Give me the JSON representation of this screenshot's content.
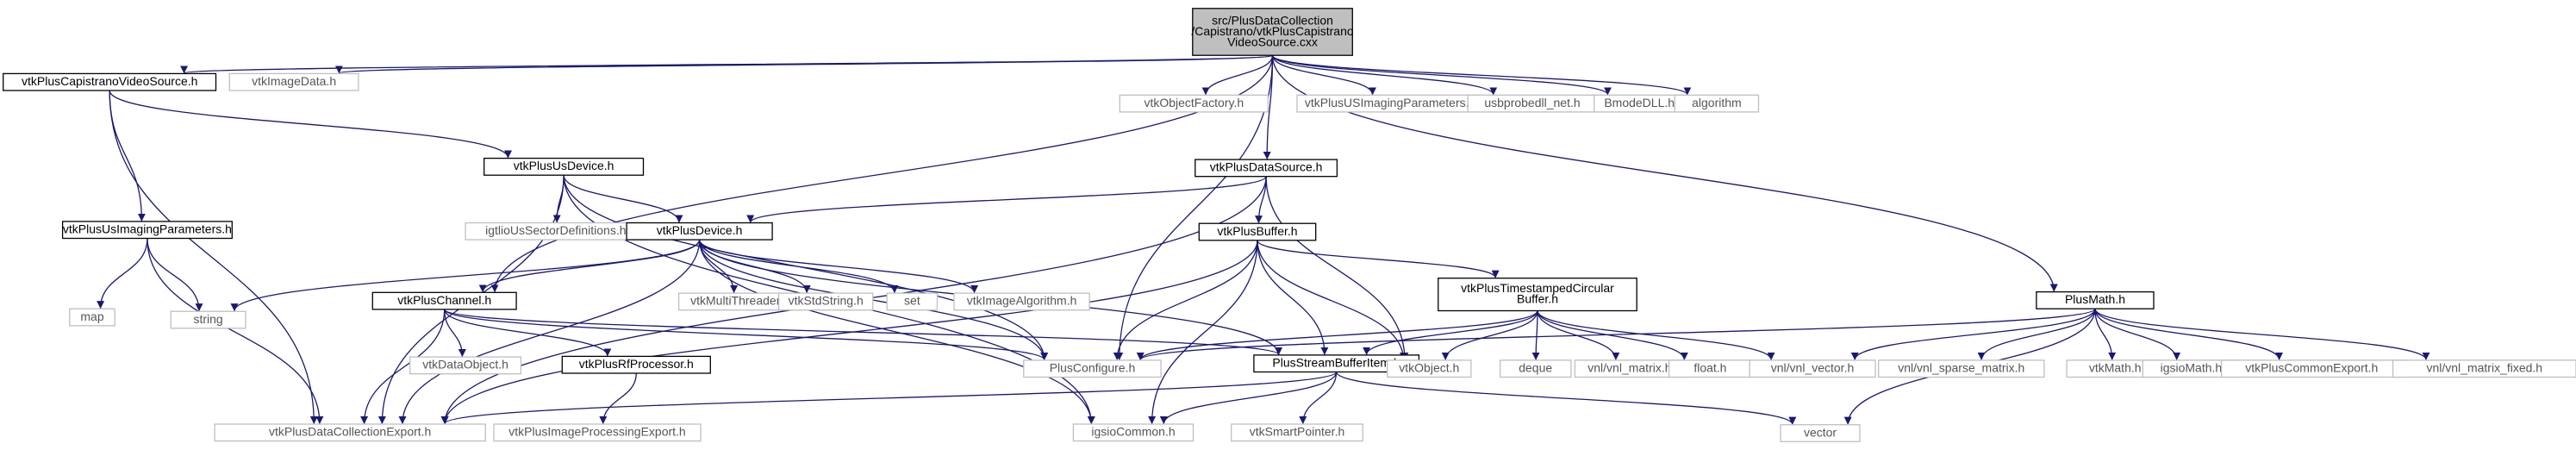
{
  "graph": {
    "nodes": [
      {
        "id": "root",
        "lines": [
          "src/PlusDataCollection",
          "/Capistrano/vtkPlusCapistrano",
          "VideoSource.cxx"
        ],
        "kind": "root"
      },
      {
        "id": "capVS",
        "lines": [
          "vtkPlusCapistranoVideoSource.h"
        ],
        "kind": "doc"
      },
      {
        "id": "imgData",
        "lines": [
          "vtkImageData.h"
        ],
        "kind": "ext"
      },
      {
        "id": "usDevice",
        "lines": [
          "vtkPlusUsDevice.h"
        ],
        "kind": "doc"
      },
      {
        "id": "usImgParams",
        "lines": [
          "vtkPlusUsImagingParameters.h"
        ],
        "kind": "doc"
      },
      {
        "id": "map",
        "lines": [
          "map"
        ],
        "kind": "ext"
      },
      {
        "id": "string",
        "lines": [
          "string"
        ],
        "kind": "ext"
      },
      {
        "id": "igtlio",
        "lines": [
          "igtlioUsSectorDefinitions.h"
        ],
        "kind": "ext"
      },
      {
        "id": "device",
        "lines": [
          "vtkPlusDevice.h"
        ],
        "kind": "doc"
      },
      {
        "id": "channel",
        "lines": [
          "vtkPlusChannel.h"
        ],
        "kind": "doc"
      },
      {
        "id": "multiThreader",
        "lines": [
          "vtkMultiThreader.h"
        ],
        "kind": "ext"
      },
      {
        "id": "stdString",
        "lines": [
          "vtkStdString.h"
        ],
        "kind": "ext"
      },
      {
        "id": "set",
        "lines": [
          "set"
        ],
        "kind": "ext"
      },
      {
        "id": "imgAlgo",
        "lines": [
          "vtkImageAlgorithm.h"
        ],
        "kind": "ext"
      },
      {
        "id": "dataObject",
        "lines": [
          "vtkDataObject.h"
        ],
        "kind": "ext"
      },
      {
        "id": "rfProc",
        "lines": [
          "vtkPlusRfProcessor.h"
        ],
        "kind": "doc"
      },
      {
        "id": "dcExport",
        "lines": [
          "vtkPlusDataCollectionExport.h"
        ],
        "kind": "ext"
      },
      {
        "id": "ipExport",
        "lines": [
          "vtkPlusImageProcessingExport.h"
        ],
        "kind": "ext"
      },
      {
        "id": "objFactory",
        "lines": [
          "vtkObjectFactory.h"
        ],
        "kind": "ext"
      },
      {
        "id": "dataSource",
        "lines": [
          "vtkPlusDataSource.h"
        ],
        "kind": "doc"
      },
      {
        "id": "buffer",
        "lines": [
          "vtkPlusBuffer.h"
        ],
        "kind": "doc"
      },
      {
        "id": "plusConfig",
        "lines": [
          "PlusConfigure.h"
        ],
        "kind": "ext"
      },
      {
        "id": "sbItem",
        "lines": [
          "PlusStreamBufferItem.h"
        ],
        "kind": "doc"
      },
      {
        "id": "igsioCommon",
        "lines": [
          "igsioCommon.h"
        ],
        "kind": "ext"
      },
      {
        "id": "smartPtr",
        "lines": [
          "vtkSmartPointer.h"
        ],
        "kind": "ext"
      },
      {
        "id": "vtkObject",
        "lines": [
          "vtkObject.h"
        ],
        "kind": "ext"
      },
      {
        "id": "tsBuf",
        "lines": [
          "vtkPlusTimestampedCircular",
          "Buffer.h"
        ],
        "kind": "doc"
      },
      {
        "id": "deque",
        "lines": [
          "deque"
        ],
        "kind": "ext"
      },
      {
        "id": "vnlMatrix",
        "lines": [
          "vnl/vnl_matrix.h"
        ],
        "kind": "ext"
      },
      {
        "id": "float",
        "lines": [
          "float.h"
        ],
        "kind": "ext"
      },
      {
        "id": "vnlVector",
        "lines": [
          "vnl/vnl_vector.h"
        ],
        "kind": "ext"
      },
      {
        "id": "usParamsTop",
        "lines": [
          "vtkPlusUSImagingParameters.h"
        ],
        "kind": "ext"
      },
      {
        "id": "usbprobe",
        "lines": [
          "usbprobedll_net.h"
        ],
        "kind": "ext"
      },
      {
        "id": "bmode",
        "lines": [
          "BmodeDLL.h"
        ],
        "kind": "ext"
      },
      {
        "id": "algorithm",
        "lines": [
          "algorithm"
        ],
        "kind": "ext"
      },
      {
        "id": "plusMath",
        "lines": [
          "PlusMath.h"
        ],
        "kind": "doc"
      },
      {
        "id": "vnlSparse",
        "lines": [
          "vnl/vnl_sparse_matrix.h"
        ],
        "kind": "ext"
      },
      {
        "id": "vtkMath",
        "lines": [
          "vtkMath.h"
        ],
        "kind": "ext"
      },
      {
        "id": "igsioMath",
        "lines": [
          "igsioMath.h"
        ],
        "kind": "ext"
      },
      {
        "id": "commonExport",
        "lines": [
          "vtkPlusCommonExport.h"
        ],
        "kind": "ext"
      },
      {
        "id": "vnlFixed",
        "lines": [
          "vnl/vnl_matrix_fixed.h"
        ],
        "kind": "ext"
      },
      {
        "id": "vector",
        "lines": [
          "vector"
        ],
        "kind": "ext"
      }
    ],
    "edges": [
      [
        "root",
        "capVS"
      ],
      [
        "root",
        "imgData"
      ],
      [
        "root",
        "channel"
      ],
      [
        "root",
        "plusConfig"
      ],
      [
        "root",
        "objFactory"
      ],
      [
        "root",
        "dataSource"
      ],
      [
        "root",
        "usParamsTop"
      ],
      [
        "root",
        "usbprobe"
      ],
      [
        "root",
        "bmode"
      ],
      [
        "root",
        "algorithm"
      ],
      [
        "root",
        "plusMath"
      ],
      [
        "capVS",
        "usDevice"
      ],
      [
        "capVS",
        "usImgParams"
      ],
      [
        "capVS",
        "dcExport"
      ],
      [
        "usDevice",
        "igtlio"
      ],
      [
        "usDevice",
        "device"
      ],
      [
        "usDevice",
        "plusConfig"
      ],
      [
        "usDevice",
        "dcExport"
      ],
      [
        "usDevice",
        "igsioCommon"
      ],
      [
        "usImgParams",
        "map"
      ],
      [
        "usImgParams",
        "string"
      ],
      [
        "usImgParams",
        "dcExport"
      ],
      [
        "dataSource",
        "device"
      ],
      [
        "dataSource",
        "buffer"
      ],
      [
        "dataSource",
        "vtkObject"
      ],
      [
        "dataSource",
        "dcExport"
      ],
      [
        "device",
        "string"
      ],
      [
        "device",
        "channel"
      ],
      [
        "device",
        "multiThreader"
      ],
      [
        "device",
        "stdString"
      ],
      [
        "device",
        "set"
      ],
      [
        "device",
        "imgAlgo"
      ],
      [
        "device",
        "plusConfig"
      ],
      [
        "device",
        "sbItem"
      ],
      [
        "device",
        "igsioCommon"
      ],
      [
        "device",
        "dcExport"
      ],
      [
        "channel",
        "dataObject"
      ],
      [
        "channel",
        "rfProc"
      ],
      [
        "channel",
        "plusConfig"
      ],
      [
        "channel",
        "sbItem"
      ],
      [
        "channel",
        "dcExport"
      ],
      [
        "rfProc",
        "ipExport"
      ],
      [
        "buffer",
        "tsBuf"
      ],
      [
        "buffer",
        "plusConfig"
      ],
      [
        "buffer",
        "sbItem"
      ],
      [
        "buffer",
        "igsioCommon"
      ],
      [
        "buffer",
        "vtkObject"
      ],
      [
        "buffer",
        "dcExport"
      ],
      [
        "tsBuf",
        "plusConfig"
      ],
      [
        "tsBuf",
        "sbItem"
      ],
      [
        "tsBuf",
        "vtkObject"
      ],
      [
        "tsBuf",
        "deque"
      ],
      [
        "tsBuf",
        "vnlMatrix"
      ],
      [
        "tsBuf",
        "float"
      ],
      [
        "tsBuf",
        "vnlVector"
      ],
      [
        "sbItem",
        "dcExport"
      ],
      [
        "sbItem",
        "igsioCommon"
      ],
      [
        "sbItem",
        "smartPtr"
      ],
      [
        "sbItem",
        "vector"
      ],
      [
        "plusMath",
        "plusConfig"
      ],
      [
        "plusMath",
        "vnlVector"
      ],
      [
        "plusMath",
        "vnlSparse"
      ],
      [
        "plusMath",
        "vtkMath"
      ],
      [
        "plusMath",
        "igsioMath"
      ],
      [
        "plusMath",
        "commonExport"
      ],
      [
        "plusMath",
        "vnlFixed"
      ],
      [
        "plusMath",
        "vector"
      ]
    ]
  }
}
